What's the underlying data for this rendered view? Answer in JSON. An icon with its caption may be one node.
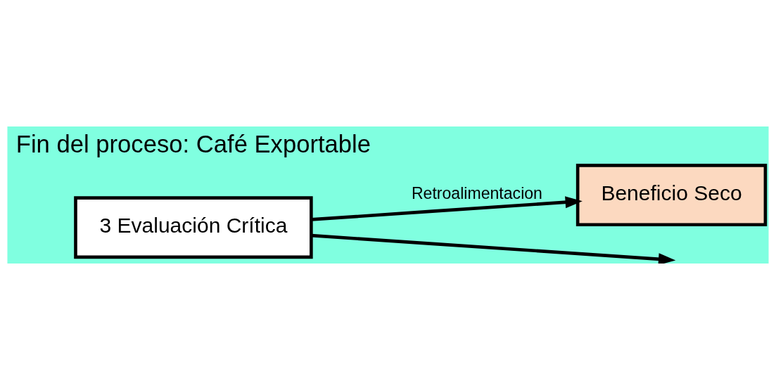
{
  "diagram": {
    "nodes": [
      {
        "text": [
          "Beneficio Seco"
        ]
      },
      {
        "text": [
          "3 Evaluación Crítica"
        ]
      }
    ],
    "edges": [
      {
        "from": 1,
        "to": 0,
        "arrow": "to",
        "label": "Retroalimentacion"
      },
      {
        "from": 1,
        "to": null,
        "arrow": "to"
      }
    ],
    "labels": [
      "Fin del proceso: Café Exportable"
    ]
  }
}
